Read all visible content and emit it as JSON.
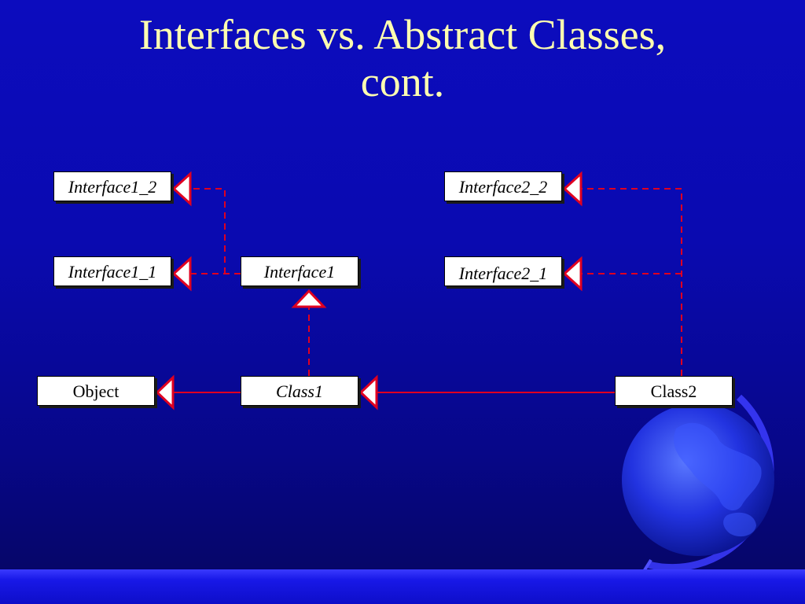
{
  "slide": {
    "title_line1": "Interfaces vs. Abstract Classes,",
    "title_line2": "cont."
  },
  "diagram": {
    "nodes": {
      "interface1_2": "Interface1_2",
      "interface1_1": "Interface1_1",
      "interface1": "Interface1",
      "interface2_2": "Interface2_2",
      "interface2_1": "Interface2_1",
      "object": "Object",
      "class1": "Class1",
      "class2": "Class2"
    },
    "relations": [
      {
        "from": "Interface1",
        "to": "Interface1_2",
        "kind": "realization"
      },
      {
        "from": "Interface1",
        "to": "Interface1_1",
        "kind": "realization"
      },
      {
        "from": "Class1",
        "to": "Interface1",
        "kind": "realization"
      },
      {
        "from": "Class1",
        "to": "Object",
        "kind": "generalization"
      },
      {
        "from": "Class2",
        "to": "Class1",
        "kind": "generalization"
      },
      {
        "from": "Class2",
        "to": "Interface2_1",
        "kind": "realization"
      },
      {
        "from": "Class2",
        "to": "Interface2_2",
        "kind": "realization"
      }
    ]
  },
  "colors": {
    "background": "#0a0ab0",
    "title_text": "#ffffb0",
    "connector": "#e00020",
    "box_fill": "#ffffff"
  },
  "decor": {
    "globe_icon": "globe-icon"
  }
}
